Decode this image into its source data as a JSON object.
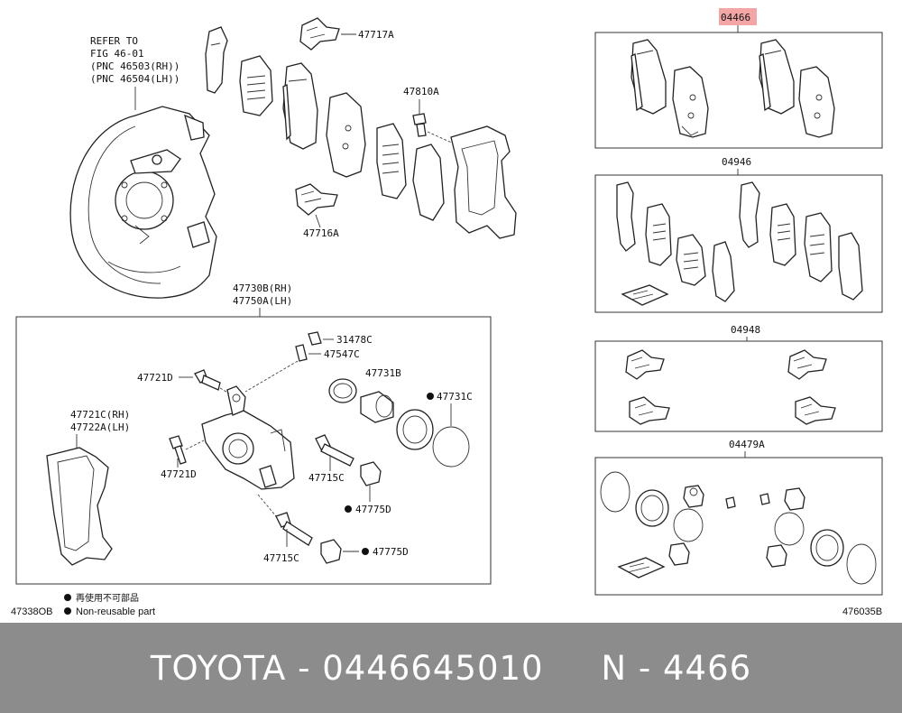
{
  "labels": {
    "refer_line1": "REFER TO",
    "refer_line2": "FIG 46-01",
    "refer_line3": "(PNC 46503(RH))",
    "refer_line4": "(PNC 46504(LH))",
    "p47717A": "47717A",
    "p47810A": "47810A",
    "p47716A": "47716A",
    "p47730B": "47730B(RH)",
    "p47750A": "47750A(LH)",
    "p31478C": "31478C",
    "p47547C": "47547C",
    "p47721D_top": "47721D",
    "p47731B": "47731B",
    "p47731C": "47731C",
    "p47721C": "47721C(RH)",
    "p47722A": "47722A(LH)",
    "p47721D_bottom": "47721D",
    "p47715C_upper": "47715C",
    "p47775D_upper": "47775D",
    "p47715C_lower": "47715C",
    "p47775D_lower": "47775D",
    "kit04466": "04466",
    "kit04946": "04946",
    "kit04948": "04948",
    "kit04479A": "04479A"
  },
  "legend": {
    "japanese": "再使用不可部品",
    "english": "Non-reusable part"
  },
  "refs": {
    "left": "47338OB",
    "right": "476035B"
  },
  "banner": {
    "brand": "TOYOTA",
    "dash1": "-",
    "part_number": "0446645010",
    "code_prefix": "N",
    "dash2": "-",
    "code": "4466"
  },
  "colors": {
    "highlight": "#f4a6a6",
    "banner_bg": "#8c8c8c"
  }
}
